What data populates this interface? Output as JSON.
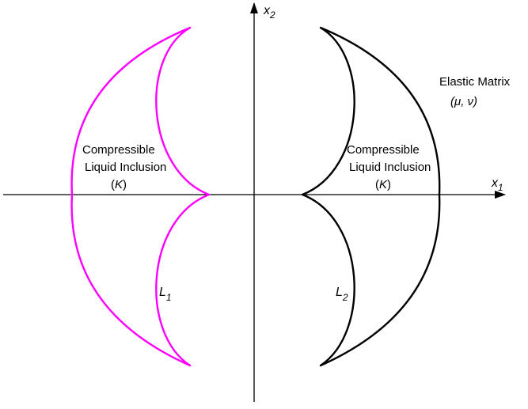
{
  "diagram": {
    "axes": {
      "x_main": "x",
      "x_sub": "1",
      "y_main": "x",
      "y_sub": "2"
    },
    "matrix": {
      "title": "Elastic Matrix",
      "params": "(μ, ν)"
    },
    "inclusion_left": {
      "line1": "Compressible",
      "line2": "Liquid Inclusion",
      "modulus": "K",
      "curve_main": "L",
      "curve_sub": "1",
      "color": "#ff00ff"
    },
    "inclusion_right": {
      "line1": "Compressible",
      "line2": "Liquid Inclusion",
      "modulus": "K",
      "curve_main": "L",
      "curve_sub": "2",
      "color": "#000000"
    }
  }
}
